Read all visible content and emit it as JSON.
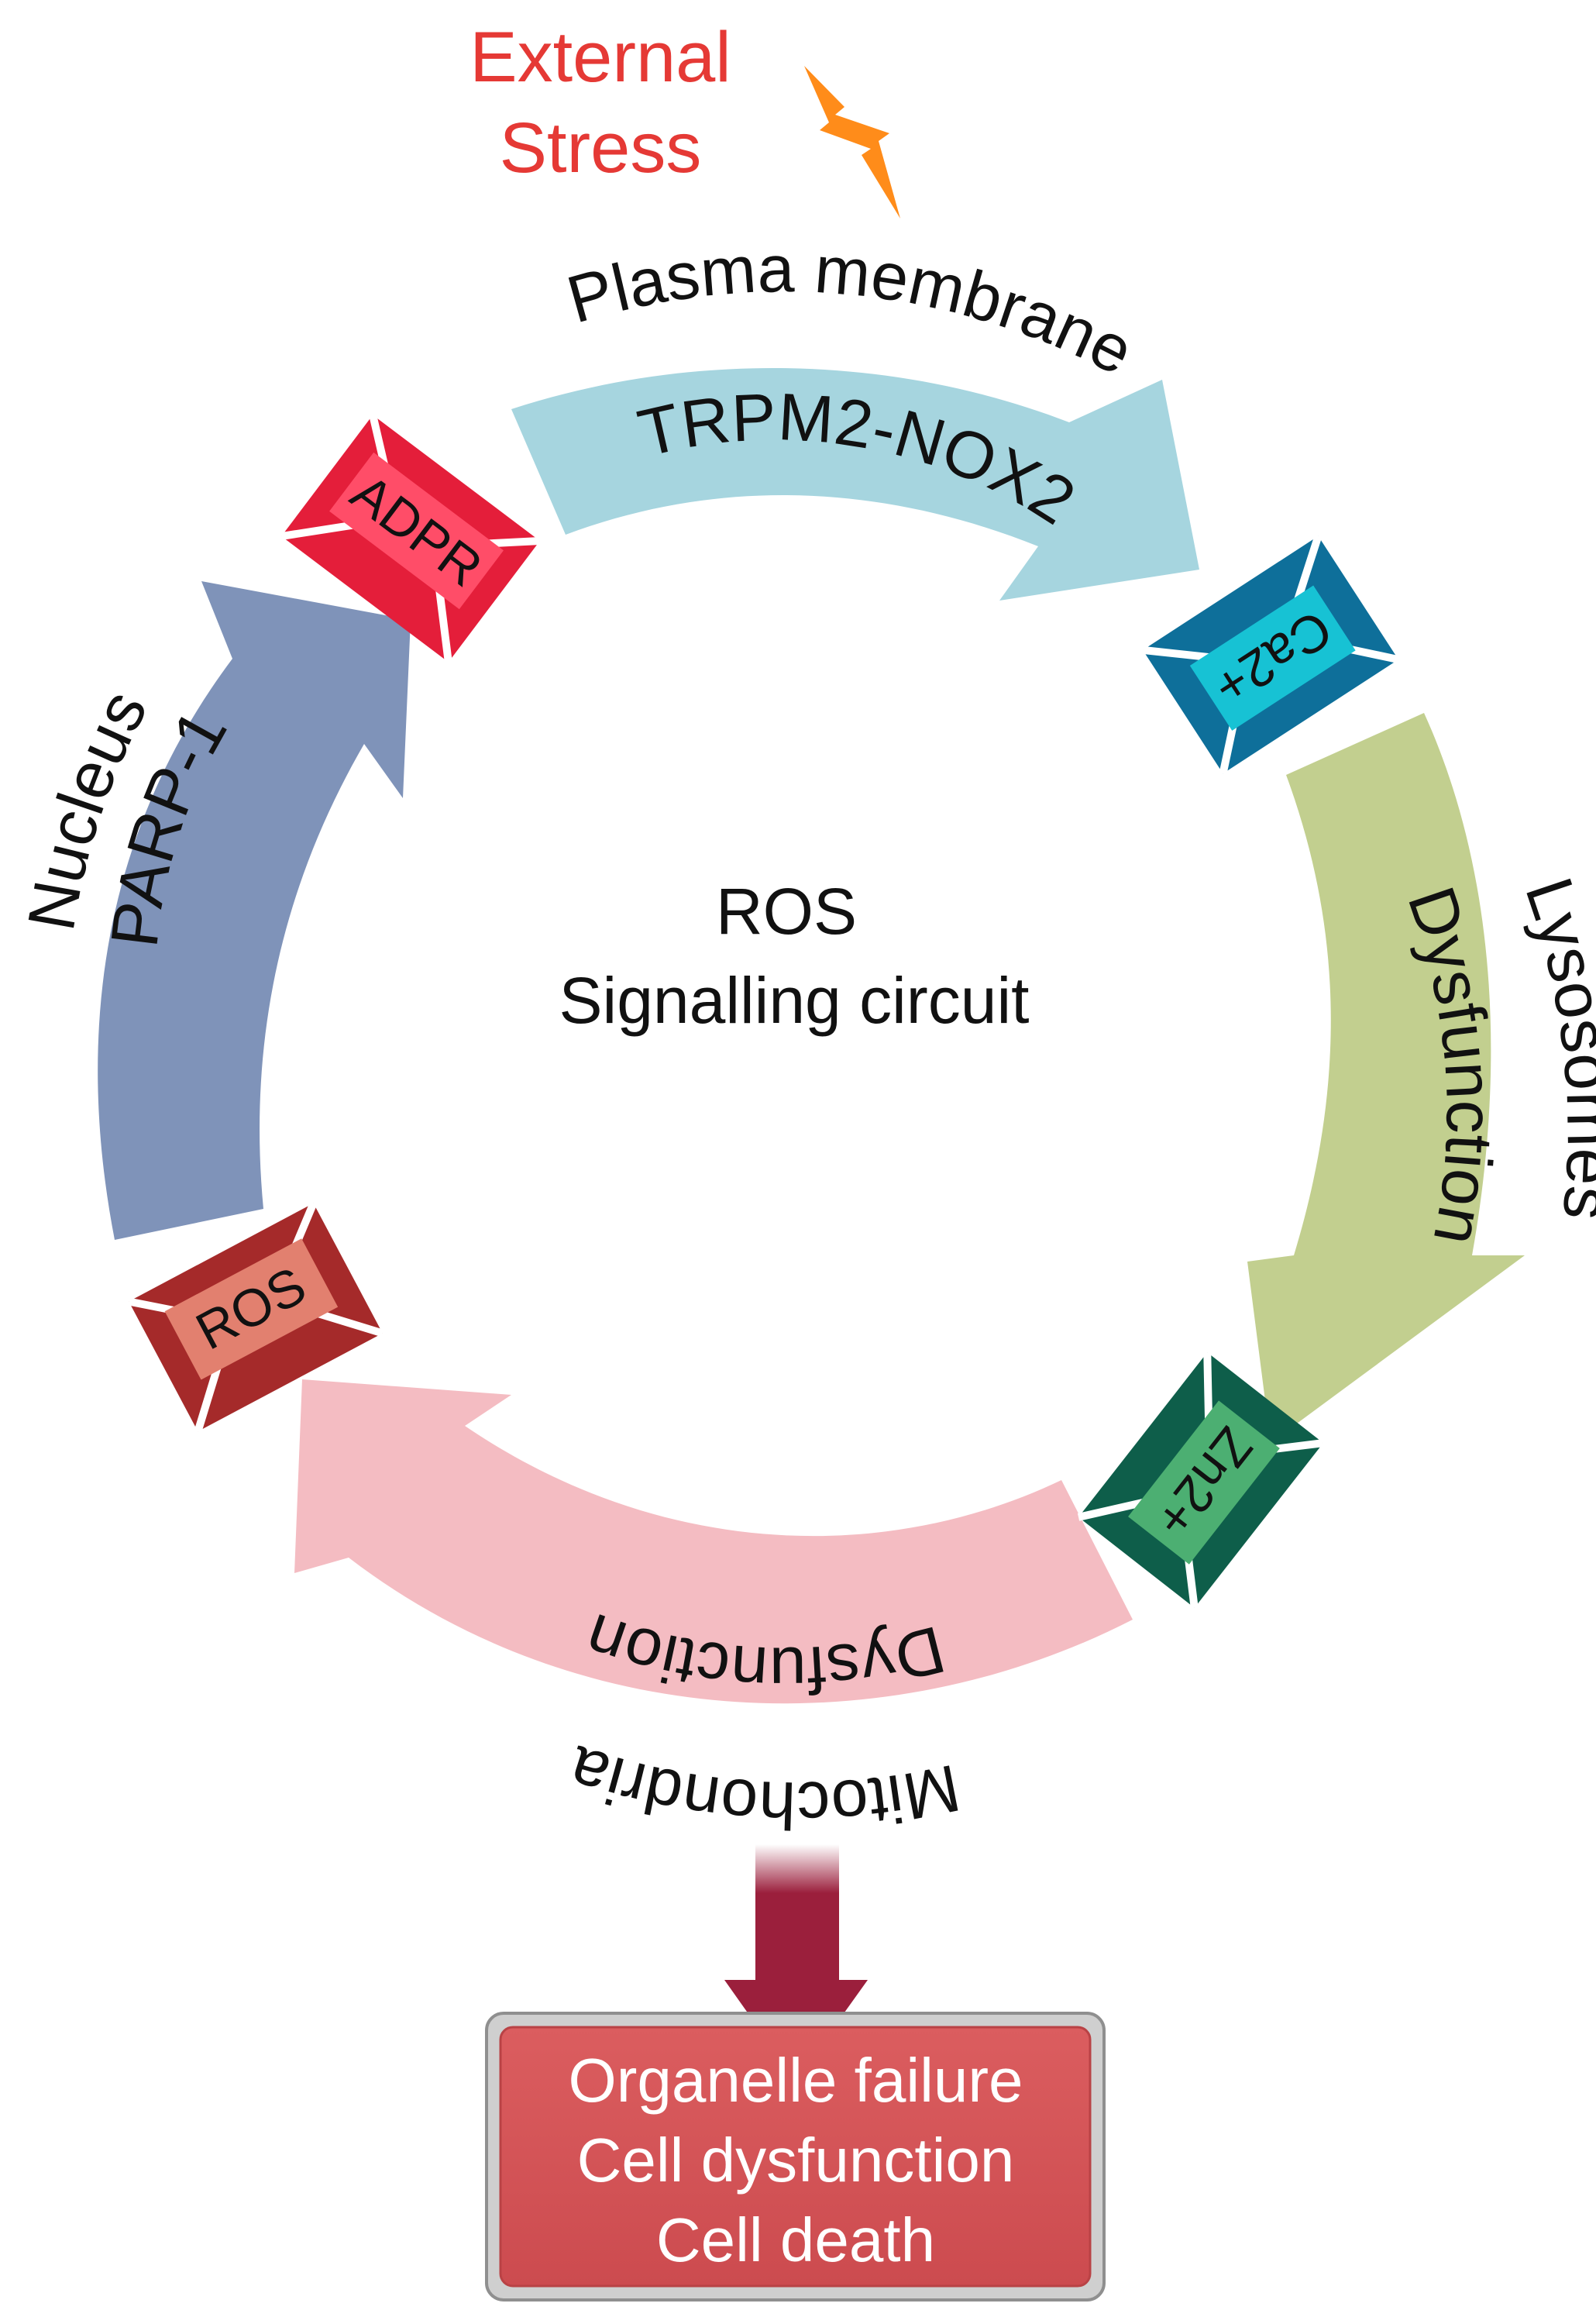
{
  "stress": {
    "line1": "External",
    "line2": "Stress",
    "color": "#e53935",
    "bolt_icon": "lightning-bolt-icon",
    "bolt_color": "#ff8c1a"
  },
  "center": {
    "line1": "ROS",
    "line2": "Signalling circuit"
  },
  "arrows": {
    "plasma": {
      "organelle": "Plasma membrane",
      "process": "TRPM2-NOX2",
      "color": "#a6d5df"
    },
    "lysosome": {
      "organelle": "Lysosomes",
      "process": "Dysfunction",
      "color": "#c2cf8f"
    },
    "mito": {
      "organelle": "Mitochondria",
      "process": "Dysfunction",
      "color": "#f4bcc2"
    },
    "nucleus": {
      "organelle": "Nucleus",
      "process": "PARP-1",
      "color": "#7f93b9"
    }
  },
  "envelopes": {
    "adpr": {
      "label": "ADPR",
      "icon": "envelope-icon",
      "color": "#e41e3a",
      "tag_color": "#ff4d68"
    },
    "ca": {
      "label": "Ca2+",
      "icon": "envelope-icon",
      "color": "#0e6f9a",
      "tag_color": "#17c2d4"
    },
    "zn": {
      "label": "Zn2+",
      "icon": "envelope-icon",
      "color": "#0e5e4a",
      "tag_color": "#4caf72"
    },
    "ros": {
      "label": "ROS",
      "icon": "envelope-icon",
      "color": "#a52a2a",
      "tag_color": "#e2806f"
    }
  },
  "outcome": {
    "lines": [
      "Organelle failure",
      "Cell dysfunction",
      "Cell death"
    ],
    "arrow_color": "#9b1f3c",
    "box_color": "#d55558"
  }
}
